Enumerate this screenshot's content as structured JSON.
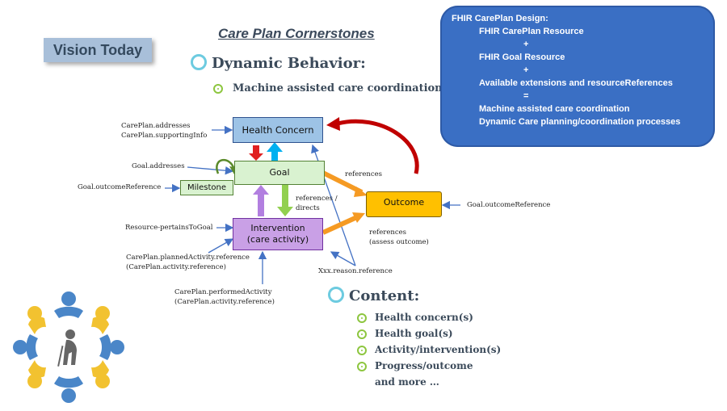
{
  "vision_label": "Vision Today",
  "title": "Care Plan Cornerstones",
  "dynamic": {
    "heading": "Dynamic Behavior:",
    "item": "Machine assisted care coordination"
  },
  "fhir_box": {
    "lines": [
      "FHIR CarePlan Design:",
      "FHIR CarePlan Resource",
      "+",
      "FHIR Goal Resource",
      "+",
      "Available extensions and resourceReferences",
      "=",
      "Machine assisted care coordination",
      "Dynamic Care planning/coordination processes"
    ]
  },
  "diagram": {
    "health_concern": "Health Concern",
    "goal": "Goal",
    "milestone": "Milestone",
    "intervention_line1": "Intervention",
    "intervention_line2": "(care activity)",
    "outcome": "Outcome",
    "labels": {
      "careplan_addresses": "CarePlan.addresses",
      "careplan_supporting": "CarePlan.supportingInfo",
      "goal_addresses": "Goal.addresses",
      "goal_outcome_ref_left": "Goal.outcomeReference",
      "references_top": "references",
      "references_directs_1": "references /",
      "references_directs_2": "directs",
      "goal_outcome_ref_right": "Goal.outcomeReference",
      "resource_pertains": "Resource-pertainsToGoal",
      "references_assess_1": "references",
      "references_assess_2": "(assess outcome)",
      "planned_1": "CarePlan.plannedActivity.reference",
      "planned_2": "(CarePlan.activity.reference)",
      "xxx_reason": "Xxx.reason.reference",
      "performed_1": "CarePlan.performedActivity",
      "performed_2": "(CarePlan.activity.reference)"
    }
  },
  "content": {
    "heading": "Content:",
    "items": [
      "Health concern(s)",
      "Health goal(s)",
      "Activity/intervention(s)",
      "Progress/outcome"
    ],
    "more": "and more …"
  },
  "colors": {
    "health_concern": "#9dc3e6",
    "goal": "#d9f2d0",
    "milestone": "#d9f2d0",
    "intervention": "#c9a0e6",
    "outcome": "#ffc000",
    "fhir_box": "#3a6fc4"
  }
}
